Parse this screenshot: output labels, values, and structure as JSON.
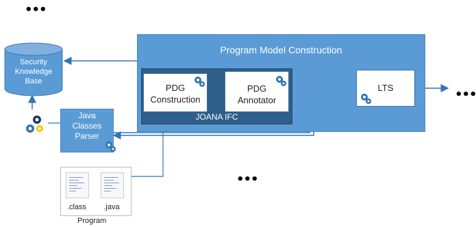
{
  "ellipses": {
    "top_left": "•••",
    "right": "•••",
    "bottom_center": "•••"
  },
  "security_kb": {
    "label": "Security\nKnowledge\nBase"
  },
  "program_model_construction": {
    "title": "Program Model Construction"
  },
  "pdg_construction": {
    "label": "PDG\nConstruction"
  },
  "pdg_annotator": {
    "label": "PDG\nAnnotator"
  },
  "joana": {
    "label": "JOANA IFC"
  },
  "lts": {
    "label": "LTS"
  },
  "java_classes_parser": {
    "label": "Java\nClasses\nParser"
  },
  "program": {
    "label": "Program",
    "files": [
      ".class",
      ".java"
    ]
  },
  "colors": {
    "block_blue": "#5b9bd5",
    "dark_blue": "#2e5f8a",
    "arrow_blue": "#2e75b6",
    "arrow_green": "#548235"
  },
  "icons": [
    "gears-icon",
    "multi-gear-icon",
    "database-cylinder-icon",
    "document-icon"
  ]
}
